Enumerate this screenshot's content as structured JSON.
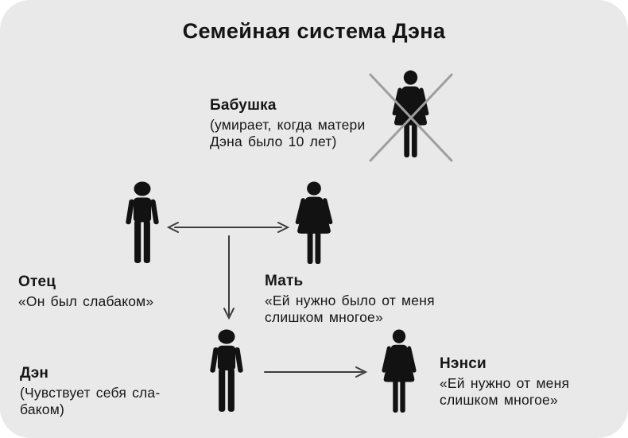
{
  "title": "Семейная система Дэна",
  "colors": {
    "card_background": "#e9e9e9",
    "text": "#161616",
    "figure": "#121212",
    "arrow": "#3c3c3c",
    "deceased_cross": "#9e9e9e"
  },
  "nodes": {
    "grandmother": {
      "name": "Бабушка",
      "gender": "female",
      "deceased": true,
      "note": [
        "(умирает, когда матери",
        "Дэна было 10 лет)"
      ]
    },
    "father": {
      "name": "Отец",
      "gender": "male",
      "note": [
        "«Он был слабаком»"
      ]
    },
    "mother": {
      "name": "Мать",
      "gender": "female",
      "note": [
        "«Ей нужно было от меня",
        "слишком многое»"
      ]
    },
    "dan": {
      "name": "Дэн",
      "gender": "male",
      "note": [
        "(Чувствует себя сла-",
        "баком)"
      ]
    },
    "nancy": {
      "name": "Нэнси",
      "gender": "female",
      "note": [
        "«Ей нужно от меня",
        "слишком многое»"
      ]
    }
  },
  "relations": [
    {
      "from": "father",
      "to": "mother",
      "type": "mutual-arrow"
    },
    {
      "from": "parents",
      "to": "dan",
      "type": "arrow-down"
    },
    {
      "from": "dan",
      "to": "nancy",
      "type": "arrow-right"
    }
  ],
  "icons": {
    "male_person": "male-person-icon",
    "female_person": "female-person-icon",
    "deceased_cross": "deceased-cross-icon"
  }
}
